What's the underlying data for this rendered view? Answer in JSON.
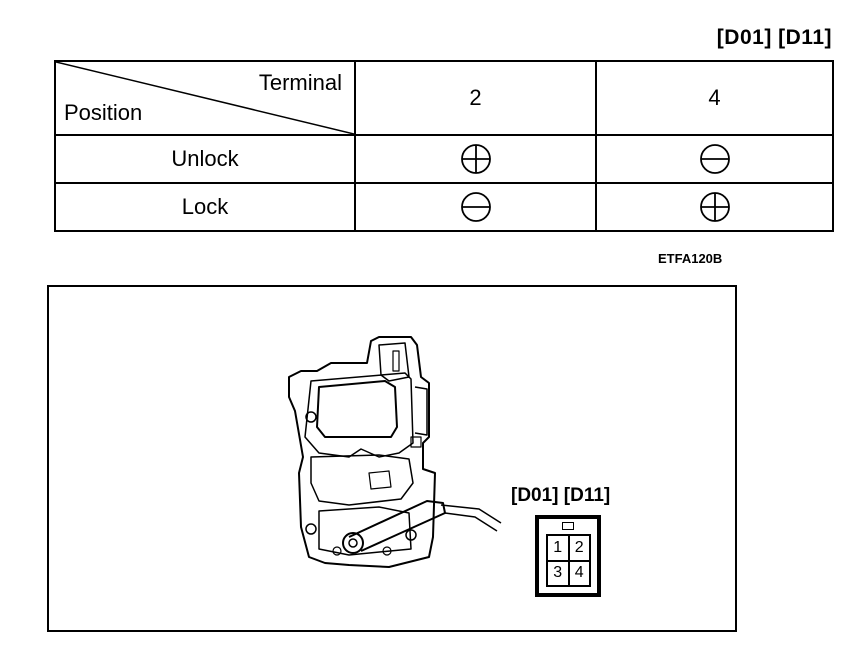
{
  "connector_ref": "[D01]  [D11]",
  "table": {
    "header_terminal": "Terminal",
    "header_position": "Position",
    "terminals": [
      "2",
      "4"
    ],
    "rows": [
      {
        "position": "Unlock",
        "polarity": [
          "+",
          "-"
        ]
      },
      {
        "position": "Lock",
        "polarity": [
          "-",
          "+"
        ]
      }
    ]
  },
  "figure_id": "ETFA120B",
  "connector": {
    "label": "[D01]  [D11]",
    "pins": [
      "1",
      "2",
      "3",
      "4"
    ]
  }
}
